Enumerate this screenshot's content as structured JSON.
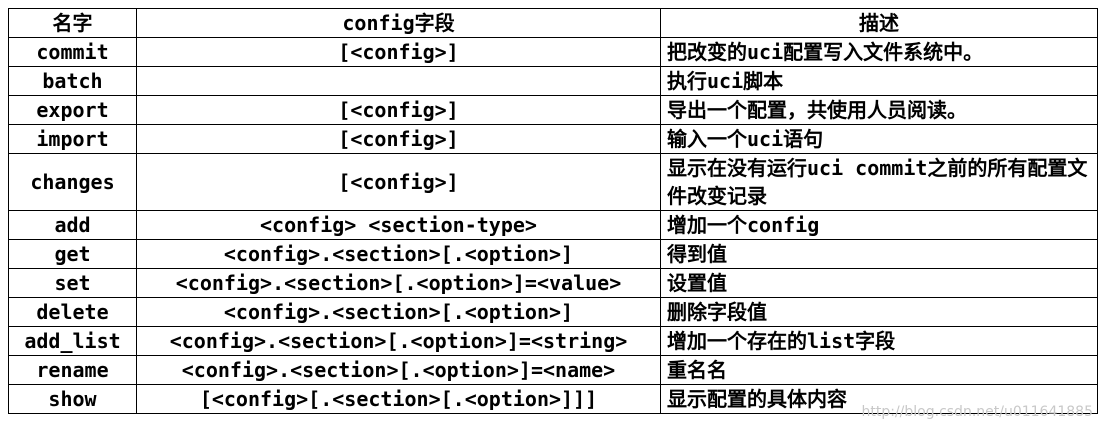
{
  "table": {
    "headers": [
      "名字",
      "config字段",
      "描述"
    ],
    "rows": [
      {
        "name": "commit",
        "field": "[<config>]",
        "desc": "把改变的uci配置写入文件系统中。"
      },
      {
        "name": "batch",
        "field": "",
        "desc": "执行uci脚本"
      },
      {
        "name": "export",
        "field": "[<config>]",
        "desc": "导出一个配置，共使用人员阅读。"
      },
      {
        "name": "import",
        "field": "[<config>]",
        "desc": "输入一个uci语句"
      },
      {
        "name": "changes",
        "field": "[<config>]",
        "desc": "显示在没有运行uci commit之前的所有配置文件改变记录"
      },
      {
        "name": "add",
        "field": "<config> <section-type>",
        "desc": "增加一个config"
      },
      {
        "name": "get",
        "field": "<config>.<section>[.<option>]",
        "desc": "得到值"
      },
      {
        "name": "set",
        "field": "<config>.<section>[.<option>]=<value>",
        "desc": "设置值"
      },
      {
        "name": "delete",
        "field": "<config>.<section>[.<option>]",
        "desc": "删除字段值"
      },
      {
        "name": "add_list",
        "field": "<config>.<section>[.<option>]=<string>",
        "desc": "增加一个存在的list字段"
      },
      {
        "name": "rename",
        "field": "<config>.<section>[.<option>]=<name>",
        "desc": "重名名"
      },
      {
        "name": "show",
        "field": "[<config>[.<section>[.<option>]]]",
        "desc": "显示配置的具体内容"
      }
    ]
  },
  "watermark": "http://blog.csdn.net/u011641885"
}
